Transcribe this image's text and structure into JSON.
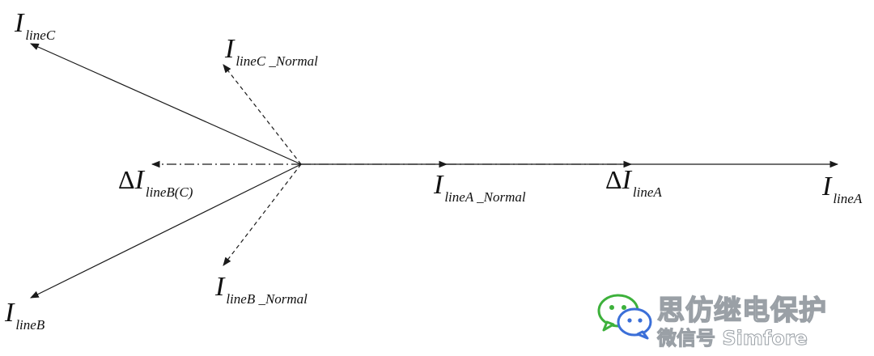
{
  "diagram": {
    "labels": {
      "i_line_c": {
        "main": "I",
        "sub": "lineC"
      },
      "i_line_c_normal": {
        "main": "I",
        "sub": "lineC _Normal"
      },
      "delta_i_line_bc": {
        "delta": "Δ",
        "main": "I",
        "sub": "lineB(C)"
      },
      "i_line_a_normal": {
        "main": "I",
        "sub": "lineA _Normal"
      },
      "delta_i_line_a": {
        "delta": "Δ",
        "main": "I",
        "sub": "lineA"
      },
      "i_line_a": {
        "main": "I",
        "sub": "lineA"
      },
      "i_line_b_normal": {
        "main": "I",
        "sub": "lineB _Normal"
      },
      "i_line_b": {
        "main": "I",
        "sub": "lineB"
      }
    }
  },
  "watermark": {
    "name": "思仿继电保护",
    "account": "微信号 Simfore",
    "icon": "wechat-icon"
  }
}
